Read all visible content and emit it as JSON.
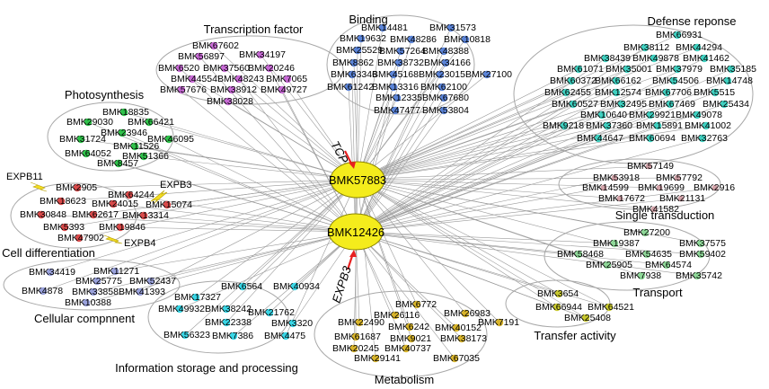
{
  "colors": {
    "edge": "#9a9a9a",
    "ellipse": "#a8a8a8",
    "hub": "#f4ec1c",
    "hub_stroke": "#8a8400",
    "red_arrow": "#e82020",
    "yellow_arrow": "#f2dc22",
    "transcription": "#c86bd6",
    "binding": "#5b84d8",
    "defense": "#3fd0c0",
    "photosynthesis": "#2fc24a",
    "cell_diff": "#d94a4a",
    "single": "#d2a2a8",
    "cellular": "#9aa2dc",
    "transport": "#8ed898",
    "info": "#38d6e6",
    "metabolism": "#d8b42a",
    "transfer": "#c8c82e"
  },
  "hubs": [
    {
      "id": "hub-bmk57883",
      "label": "BMK57883"
    },
    {
      "id": "hub-bmk12426",
      "label": "BMK12426"
    }
  ],
  "annotations": {
    "tcp": "TCP",
    "expb3_bottom": "EXPB3",
    "expb11": "EXPB11",
    "expb3_left": "EXPB3",
    "expb4": "EXPB4"
  },
  "groups": [
    {
      "key": "transcription",
      "title": "Transcription factor",
      "color": "transcription",
      "nodes": [
        "BMK67602",
        "BMK56897",
        "BMK34197",
        "BMK6520",
        "BMK37560",
        "BMK20246",
        "BMK44554",
        "BMK48243",
        "BMK7065",
        "BMK57676",
        "BMK38912",
        "BMK49727",
        "BMK38028"
      ]
    },
    {
      "key": "binding",
      "title": "Binding",
      "color": "binding",
      "nodes": [
        "BMK14481",
        "BMK31573",
        "BMK19632",
        "BMK48286",
        "BMK10818",
        "BMK25529",
        "BMK57264",
        "BMK48388",
        "BMK8862",
        "BMK38732",
        "BMK34166",
        "BMK63346",
        "BMK45168",
        "BMK23015",
        "BMK27100",
        "BMK61242",
        "BMK13316",
        "BMK62100",
        "BMK12335",
        "BMK67680",
        "BMK47477",
        "BMK53804"
      ]
    },
    {
      "key": "defense",
      "title": "Defense reponse",
      "color": "defense",
      "nodes": [
        "BMK66931",
        "BMK38112",
        "BMK44294",
        "BMK38439",
        "BMK49878",
        "BMK41462",
        "BMK61071",
        "BMK35001",
        "BMK37979",
        "BMK35185",
        "BMK60372",
        "BMK66162",
        "BMK54506",
        "BMK14748",
        "BMK62455",
        "BMK12574",
        "BMK67706",
        "BMK5515",
        "BMK60527",
        "BMK32495",
        "BMK67469",
        "BMK25434",
        "BMK10640",
        "BMK29921",
        "BMK49078",
        "BMK9218",
        "BMK37360",
        "BMK15891",
        "BMK41002",
        "BMK44647",
        "BMK60694",
        "BMK32763"
      ]
    },
    {
      "key": "photosynthesis",
      "title": "Photosynthesis",
      "color": "photosynthesis",
      "nodes": [
        "BMK18835",
        "BMK29030",
        "BMK66421",
        "BMK23946",
        "BMK31724",
        "BMK46095",
        "BMK11526",
        "BMK64052",
        "BMK51366",
        "BMK8457"
      ]
    },
    {
      "key": "cell_diff",
      "title": "Cell differentiation",
      "color": "cell_diff",
      "nodes": [
        "BMK2905",
        "BMK64244",
        "BMK18623",
        "BMK24015",
        "BMK15074",
        "BMK30848",
        "BMK62617",
        "BMK13314",
        "BMK5393",
        "BMK19846",
        "BMK47902"
      ]
    },
    {
      "key": "single",
      "title": "Single transduction",
      "color": "single",
      "nodes": [
        "BMK57149",
        "BMK53918",
        "BMK57792",
        "BMK14599",
        "BMK19699",
        "BMK2916",
        "BMK17672",
        "BMK21131",
        "BMK41582"
      ]
    },
    {
      "key": "cellular",
      "title": "Cellular compnnent",
      "color": "cellular",
      "nodes": [
        "BMK34419",
        "BMK11271",
        "BMK25775",
        "BMK52437",
        "BMK4878",
        "BMK33858",
        "BMK41393",
        "BMK10388"
      ]
    },
    {
      "key": "transport",
      "title": "Transport",
      "color": "transport",
      "nodes": [
        "BMK27200",
        "BMK19387",
        "BMK37575",
        "BMK58468",
        "BMK54635",
        "BMK59402",
        "BMK25905",
        "BMK64574",
        "BMK7938",
        "BMK35742"
      ]
    },
    {
      "key": "info",
      "title": "Information storage and processing",
      "color": "info",
      "nodes": [
        "BMK6564",
        "BMK40934",
        "BMK17327",
        "BMK49932",
        "BMK38242",
        "BMK21762",
        "BMK22338",
        "BMK3320",
        "BMK56323",
        "BMK7386",
        "BMK4475"
      ]
    },
    {
      "key": "metabolism",
      "title": "Metabolism",
      "color": "metabolism",
      "nodes": [
        "BMK6772",
        "BMK26116",
        "BMK26983",
        "BMK22490",
        "BMK6242",
        "BMK40152",
        "BMK7191",
        "BMK61687",
        "BMK9021",
        "BMK38173",
        "BMK20245",
        "BMK40737",
        "BMK29141",
        "BMK67035"
      ]
    },
    {
      "key": "transfer",
      "title": "Transfer activity",
      "color": "transfer",
      "nodes": [
        "BMK3654",
        "BMK66944",
        "BMK64521",
        "BMK25408"
      ]
    }
  ]
}
